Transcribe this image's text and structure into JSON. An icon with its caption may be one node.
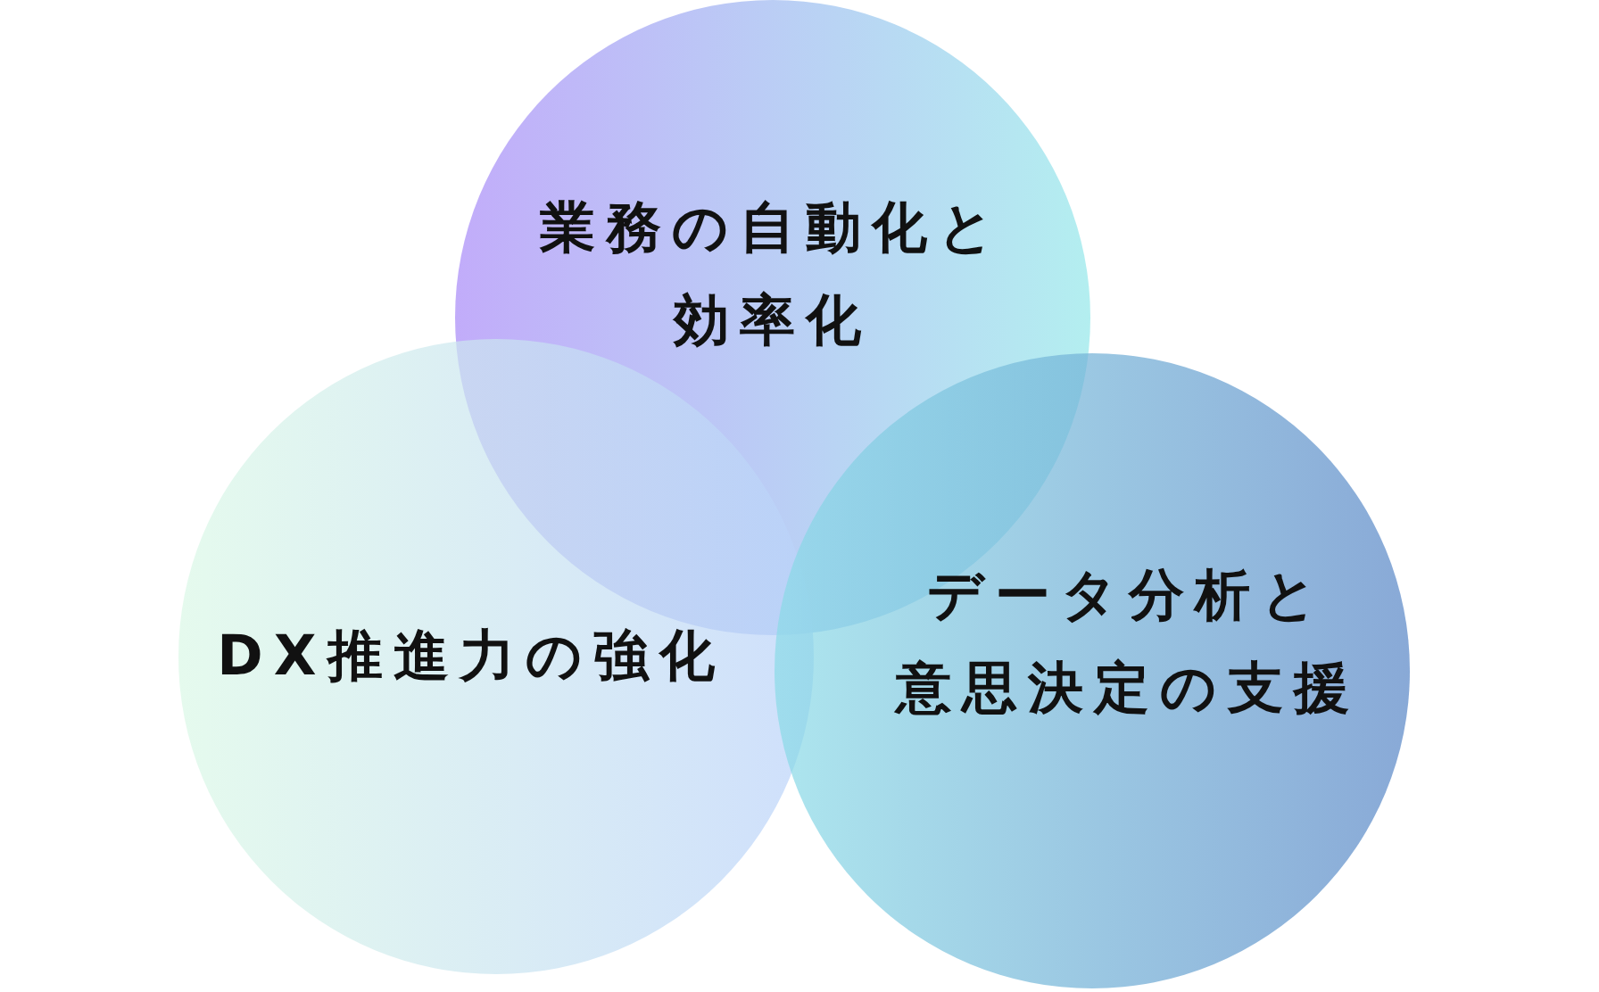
{
  "diagram": {
    "nodes": [
      {
        "text": [
          "業務の自動化と効率化"
        ]
      },
      {
        "text": [
          "DX推進力の強化"
        ]
      },
      {
        "text": [
          "データ分析と意思決定の支援"
        ]
      }
    ]
  }
}
